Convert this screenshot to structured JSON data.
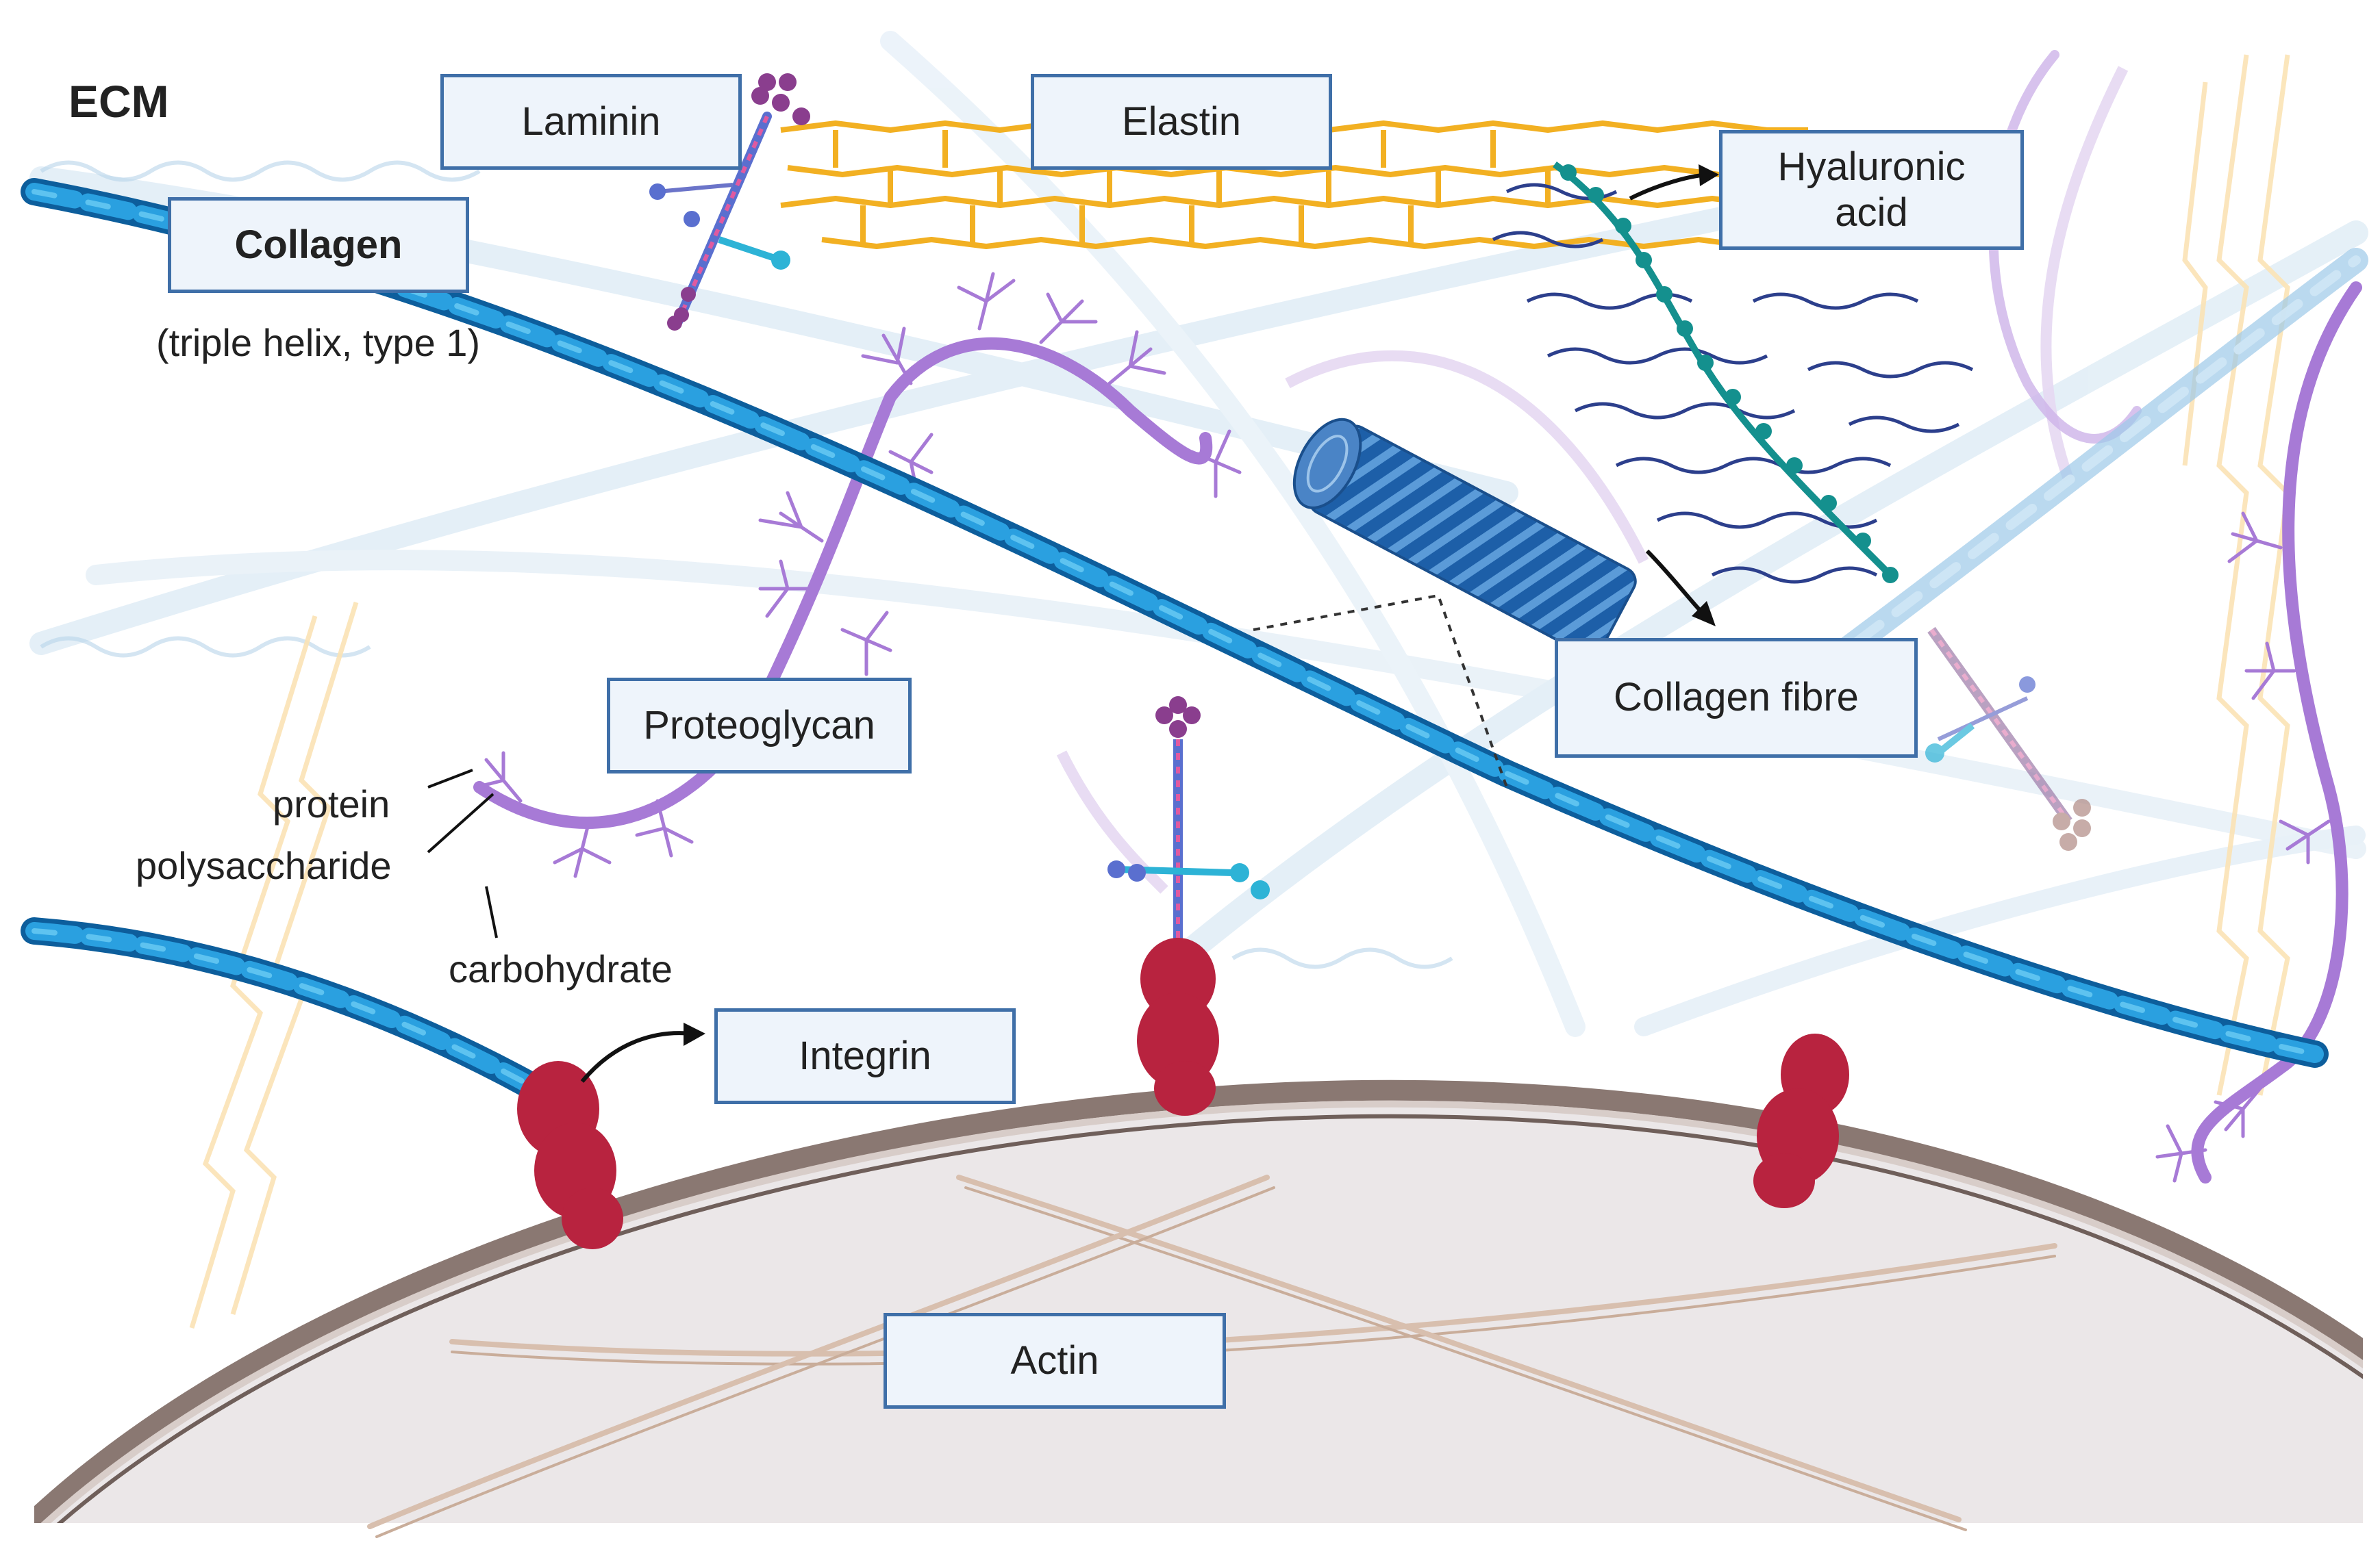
{
  "title": "ECM",
  "labels": {
    "laminin": "Laminin",
    "elastin": "Elastin",
    "hyaluronic_line1": "Hyaluronic",
    "hyaluronic_line2": "acid",
    "collagen": "Collagen",
    "collagen_sub": "(triple helix, type 1)",
    "collagen_fibre": "Collagen fibre",
    "proteoglycan": "Proteoglycan",
    "protein": "protein",
    "polysaccharide": "polysaccharide",
    "carbohydrate": "carbohydrate",
    "integrin": "Integrin",
    "actin": "Actin"
  },
  "colors": {
    "collagen": "#1f86c8",
    "collagen_faint": "#cfe3f1",
    "elastin": "#f2b022",
    "elastin_faint": "#fbe3b5",
    "hyaluronic_backbone": "#14908e",
    "hyaluronic_chains": "#2c3f8c",
    "proteoglycan": "#a77ad6",
    "integrin": "#b8233f",
    "membrane": "#8a7872",
    "cytoplasm": "#ebe7e8",
    "actin": "#d8bfae",
    "box_border": "#3f6fa8",
    "box_fill": "#eef4fb"
  }
}
